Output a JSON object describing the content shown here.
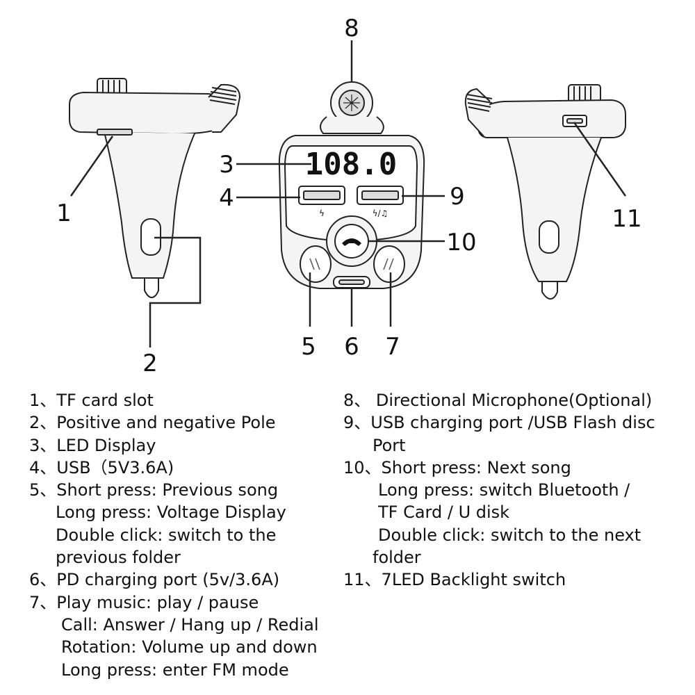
{
  "callouts": {
    "c1": "1",
    "c2": "2",
    "c3": "3",
    "c4": "4",
    "c5": "5",
    "c6": "6",
    "c7": "7",
    "c8": "8",
    "c9": "9",
    "c10": "10",
    "c11": "11"
  },
  "display": {
    "frequency": "108.0",
    "usb_left_symbol": "ϟ",
    "usb_right_symbol": "ϟ/♫"
  },
  "legend": {
    "left": [
      {
        "num": "1、",
        "lines": [
          "TF card slot"
        ]
      },
      {
        "num": "2、",
        "lines": [
          "Positive and negative Pole"
        ]
      },
      {
        "num": "3、",
        "lines": [
          "LED Display"
        ]
      },
      {
        "num": "4、",
        "lines": [
          "USB（5V3.6A)"
        ]
      },
      {
        "num": "5、",
        "lines": [
          "Short press: Previous song",
          "Long press: Voltage Display",
          "Double click: switch to the",
          "previous folder"
        ]
      },
      {
        "num": "6、",
        "lines": [
          "PD charging port (5v/3.6A)"
        ]
      },
      {
        "num": "7、",
        "lines": [
          "Play music: play / pause",
          "Call: Answer / Hang up / Redial",
          "Rotation: Volume up and down",
          "Long press: enter FM mode"
        ]
      }
    ],
    "right": [
      {
        "num": "8、",
        "lines": [
          " Directional Microphone(Optional)"
        ]
      },
      {
        "num": "9、",
        "lines": [
          "USB charging port /USB Flash disc",
          "Port"
        ]
      },
      {
        "num": "10、",
        "lines": [
          "Short press: Next song",
          "Long press: switch Bluetooth /",
          "TF Card / U disk",
          "Double click: switch to the next",
          "folder"
        ]
      },
      {
        "num": "11、",
        "lines": [
          "7LED Backlight switch"
        ]
      }
    ]
  }
}
